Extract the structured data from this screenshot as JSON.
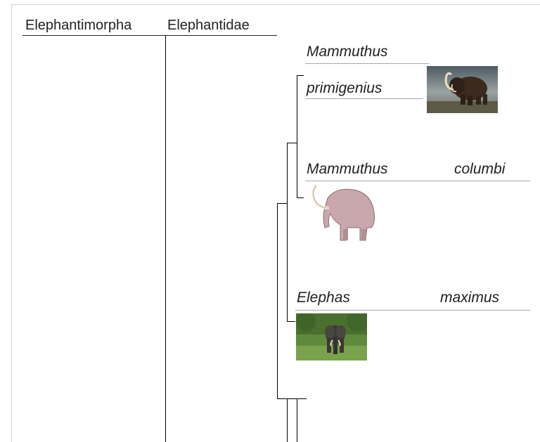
{
  "clades": {
    "outer": "Elephantimorpha",
    "inner": "Elephantidae"
  },
  "taxa": [
    {
      "genus": "Mammuthus",
      "species": "primigenius",
      "image": "woolly-mammoth-photo"
    },
    {
      "genus": "Mammuthus",
      "species": "columbi",
      "image": "columbian-mammoth-illustration"
    },
    {
      "genus": "Elephas",
      "species": "maximus",
      "image": "asian-elephant-photo"
    }
  ]
}
